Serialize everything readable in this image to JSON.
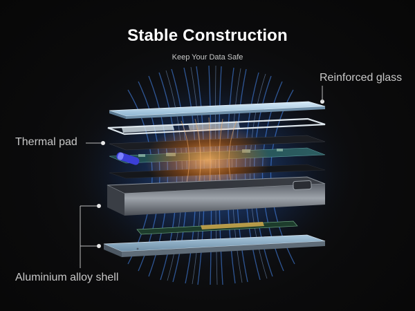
{
  "header": {
    "title": "Stable Construction",
    "subtitle": "Keep Your Data Safe"
  },
  "callouts": {
    "reinforced_glass": "Reinforced glass",
    "thermal_pad": "Thermal pad",
    "aluminium_shell": "Aluminium alloy shell"
  },
  "colors": {
    "background": "#0b0b0c",
    "accent_blue": "#2f7dff",
    "heat_orange": "#ff8a1e",
    "glass": "#b7d5ea",
    "aluminium": "#9ea4ab"
  }
}
